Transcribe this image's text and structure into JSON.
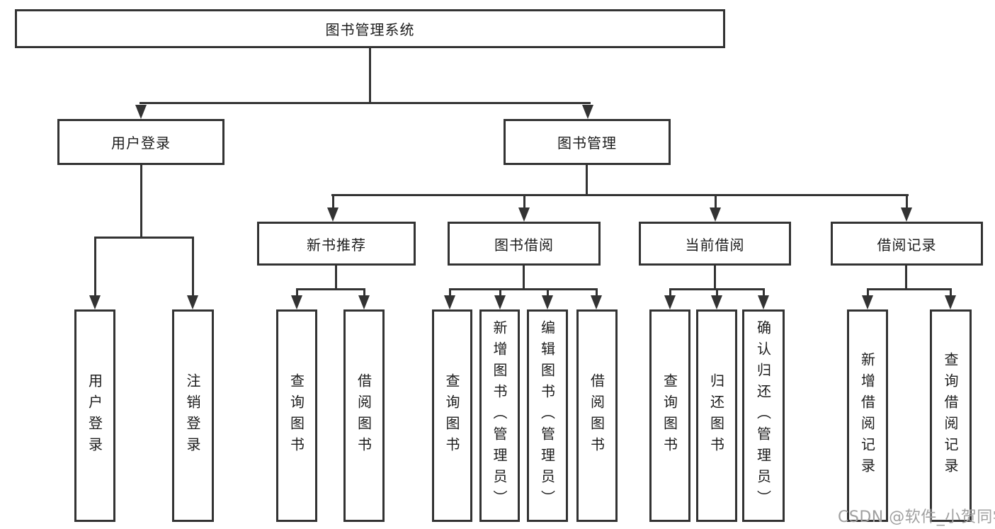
{
  "diagram": {
    "title": "图书管理系统",
    "root": {
      "label": "图书管理系统"
    },
    "level2": [
      {
        "label": "用户登录"
      },
      {
        "label": "图书管理"
      }
    ],
    "level3": [
      {
        "label": "新书推荐"
      },
      {
        "label": "图书借阅"
      },
      {
        "label": "当前借阅"
      },
      {
        "label": "借阅记录"
      }
    ],
    "leaves": {
      "login": [
        "用户登录",
        "注销登录"
      ],
      "recommend": [
        "查询图书",
        "借阅图书"
      ],
      "borrow": [
        "查询图书",
        "新增图书（管理员）",
        "编辑图书（管理员）",
        "借阅图书"
      ],
      "current": [
        "查询图书",
        "归还图书",
        "确认归还（管理员）"
      ],
      "records": [
        "新增借阅记录",
        "查询借阅记录"
      ]
    },
    "line_color": "#333333",
    "box_background": "#ffffff"
  },
  "watermark": {
    "text": "CSDN @软件_小贺同学",
    "color": "#a0a0a0"
  }
}
